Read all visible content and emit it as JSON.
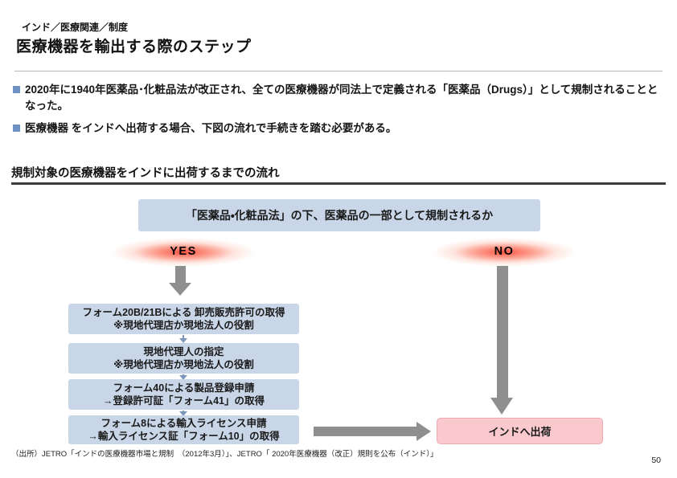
{
  "page": {
    "category": "インド／医療関連／制度",
    "title": "医療機器を輸出する際のステップ",
    "page_number": "50",
    "source": "（出所）JETRO「インドの医療機器市場と規制　（2012年3月）」、JETRO「 2020年医療機器（改正）規則を公布（インド）」"
  },
  "bullets": [
    {
      "text": "2020年に1940年医薬品･化粧品法が改正され、全ての医療機器が同法上で定義される「医薬品（Drugs）」として規制されることとなった。"
    },
    {
      "text": "医療機器 をインドへ出荷する場合、下図の流れで手続きを踏む必要がある。"
    }
  ],
  "flow": {
    "heading": "規制対象の医療機器をインドに出荷するまでの流れ",
    "question": "「医薬品・化粧品法」の下、医薬品の一部として規制されるか",
    "yes_label": "YES",
    "no_label": "NO",
    "steps": [
      {
        "line1": "フォーム20B/21Bによる 卸売販売許可の取得",
        "line2": "※現地代理店か現地法人の役割"
      },
      {
        "line1": "現地代理人の指定",
        "line2": "※現地代理店か現地法人の役割"
      },
      {
        "line1": "フォーム40による製品登録申請",
        "line2": "→登録許可証「フォーム41」の取得"
      },
      {
        "line1": "フォーム8による輸入ライセンス申請",
        "line2": "→輸入ライセンス証「フォーム10」の取得"
      }
    ],
    "result": "インドへ出荷"
  },
  "colors": {
    "box_blue": "#c9d6e8",
    "box_pink": "#f9c9cd",
    "box_pink_border": "#eeA9b1",
    "arrow_gray": "#8f8f8f",
    "connector_blue": "#7d96bc",
    "bullet_blue": "#6f92c6",
    "rule_dark": "#3d3d3f",
    "rule_light": "#b4b8bc"
  }
}
